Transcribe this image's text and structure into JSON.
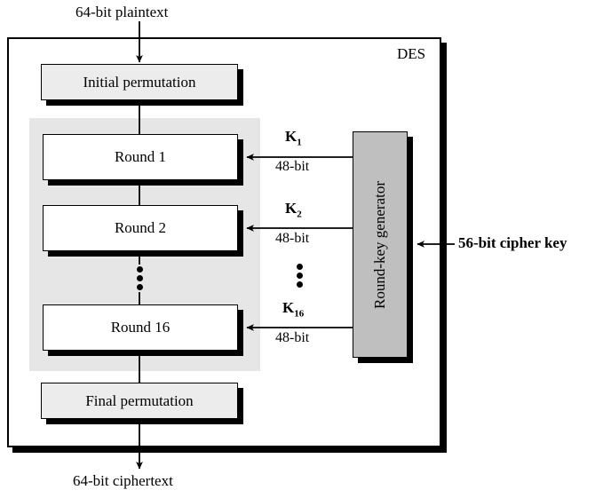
{
  "diagram": {
    "title": "DES",
    "input_label": "64-bit plaintext",
    "output_label": "64-bit ciphertext",
    "cipher_key_label": "56-bit cipher key",
    "keygen_label": "Round-key generator"
  },
  "blocks": {
    "initial_permutation": "Initial permutation",
    "final_permutation": "Final permutation",
    "round_1": "Round 1",
    "round_2": "Round 2",
    "round_16": "Round 16"
  },
  "round_keys": [
    {
      "name": "K",
      "index": "1",
      "bits": "48-bit"
    },
    {
      "name": "K",
      "index": "2",
      "bits": "48-bit"
    },
    {
      "name": "K",
      "index": "16",
      "bits": "48-bit"
    }
  ],
  "colors": {
    "band_gray": "#e6e6e6",
    "perm_box_gray": "#ececec",
    "keygen_gray": "#bfbfbf",
    "round_box": "#ffffff",
    "line": "#000000",
    "background": "#ffffff"
  }
}
